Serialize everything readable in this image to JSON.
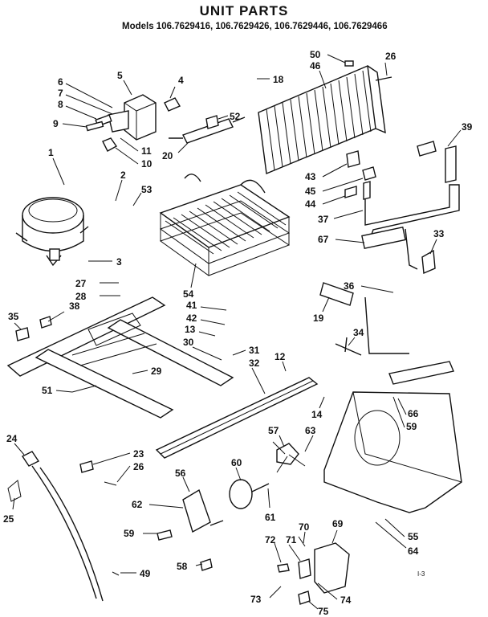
{
  "title": "UNIT PARTS",
  "models_line": "Models 106.7629416, 106.7629426, 106.7629446, 106.7629466",
  "stamp": "I-3",
  "callouts": [
    "1",
    "2",
    "3",
    "4",
    "5",
    "6",
    "7",
    "8",
    "9",
    "10",
    "11",
    "12",
    "13",
    "14",
    "18",
    "19",
    "20",
    "23",
    "24",
    "25",
    "26",
    "26",
    "27",
    "28",
    "29",
    "30",
    "31",
    "32",
    "33",
    "34",
    "35",
    "36",
    "37",
    "38",
    "39",
    "41",
    "42",
    "43",
    "44",
    "45",
    "46",
    "49",
    "50",
    "51",
    "52",
    "53",
    "54",
    "55",
    "56",
    "57",
    "58",
    "59",
    "59",
    "60",
    "61",
    "62",
    "63",
    "64",
    "66",
    "67",
    "69",
    "70",
    "71",
    "72",
    "73",
    "74",
    "75"
  ]
}
